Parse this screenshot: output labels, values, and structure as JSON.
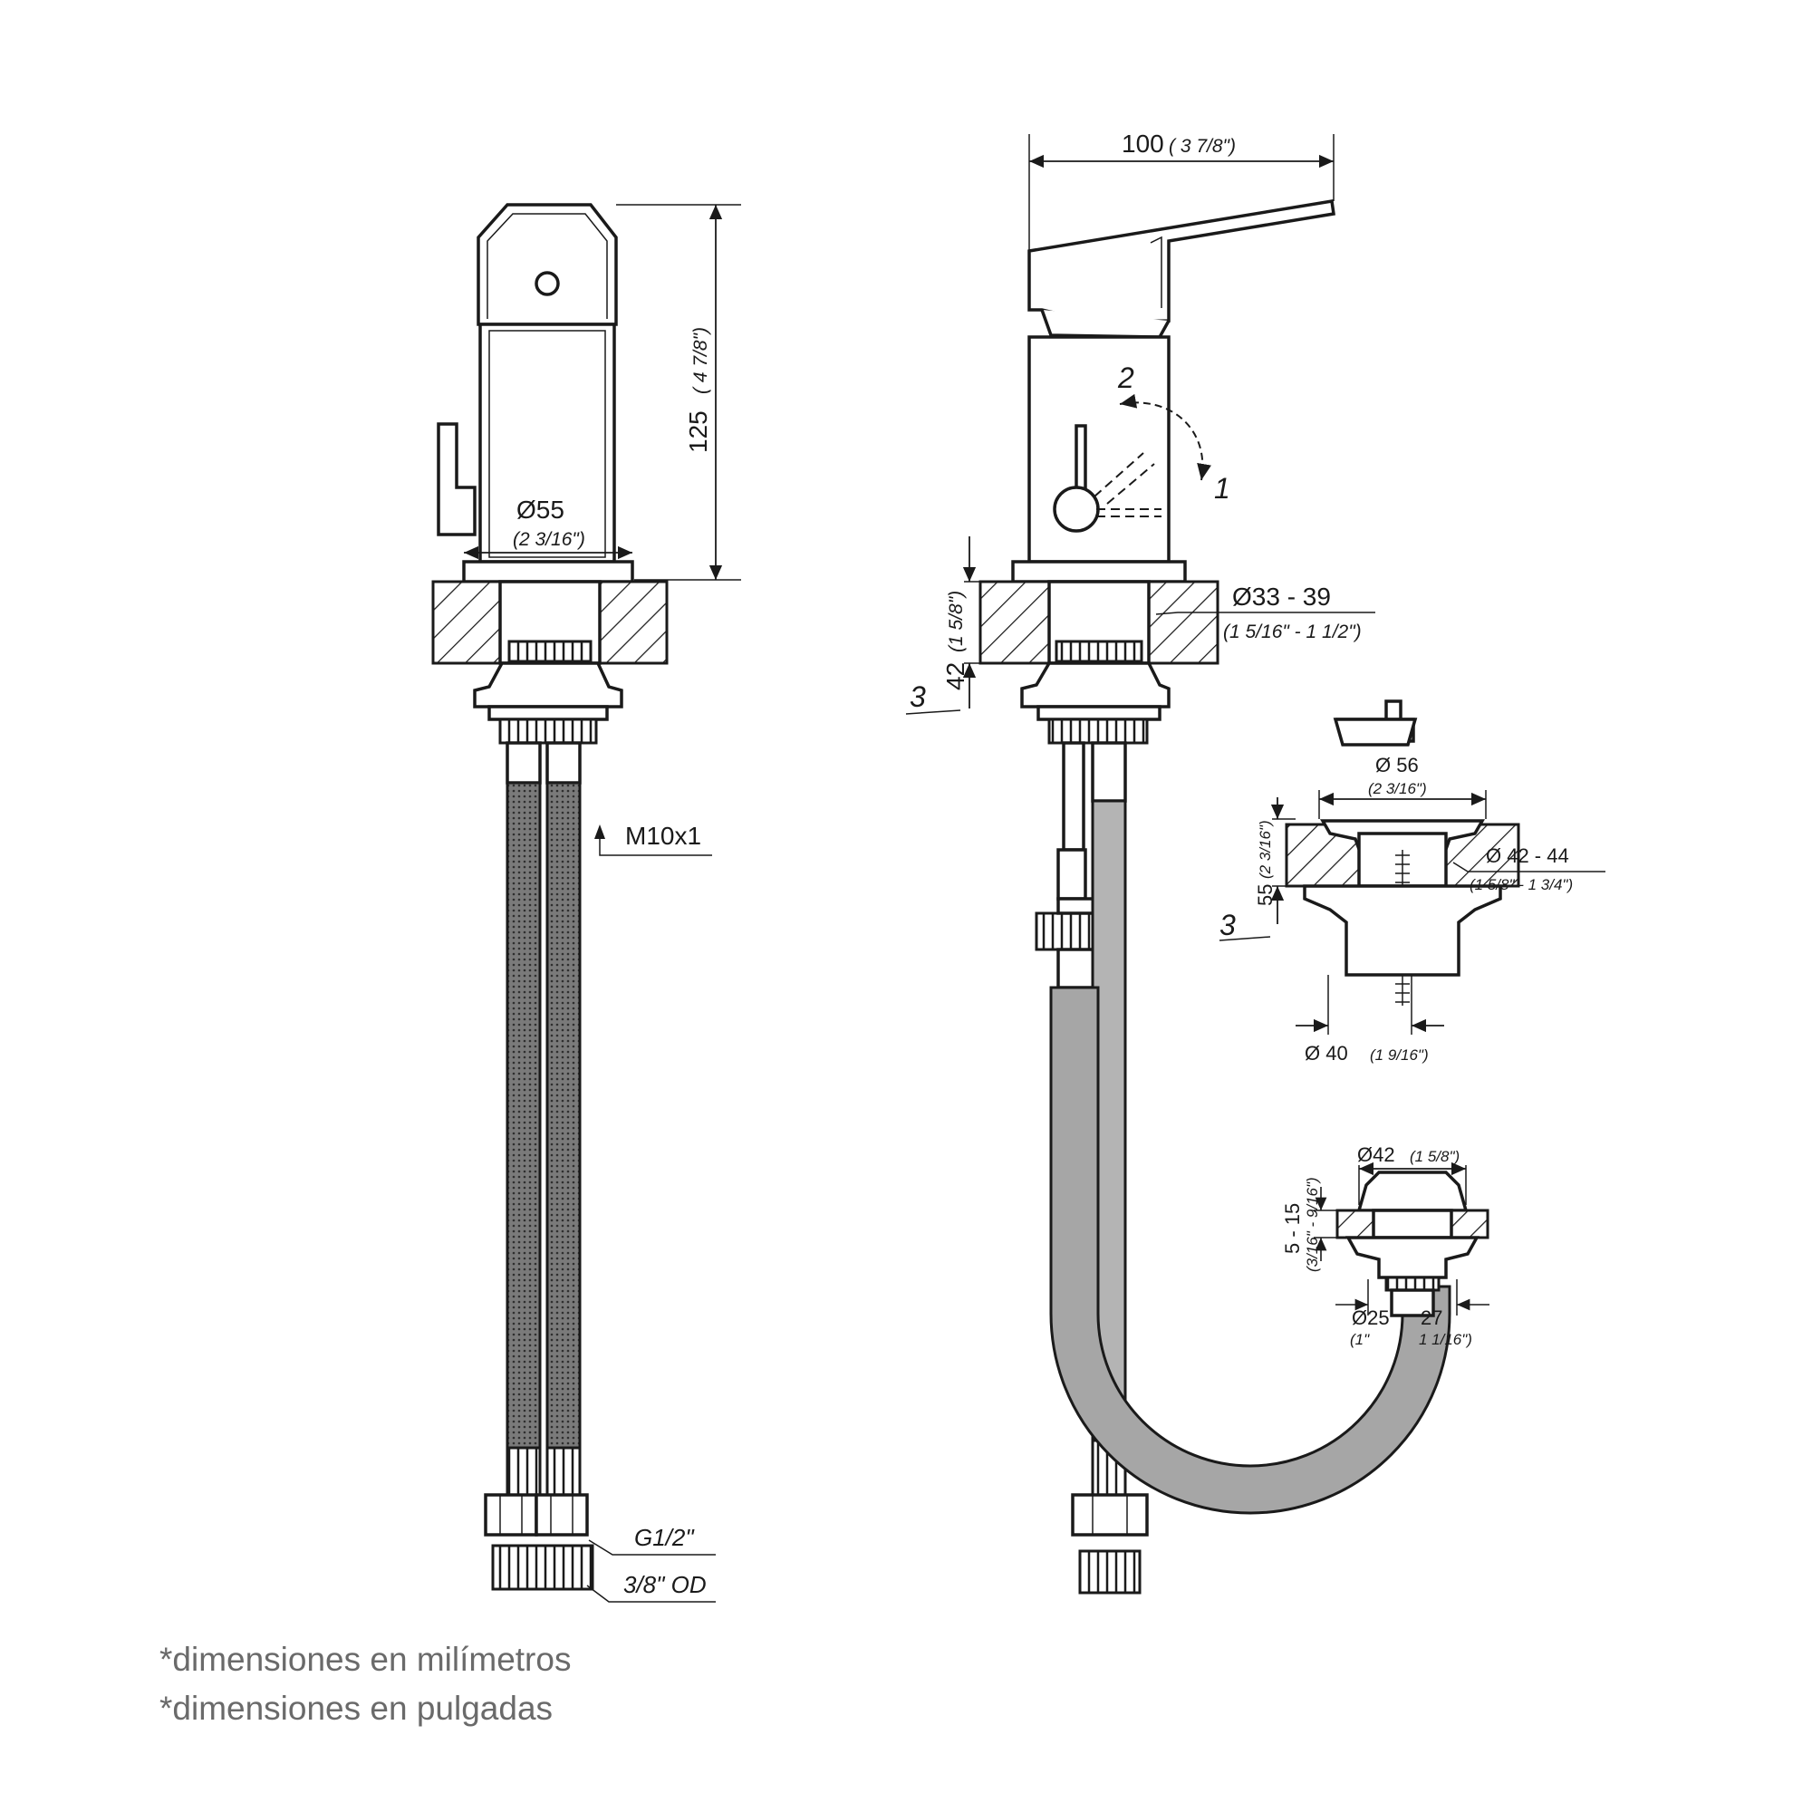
{
  "left_view": {
    "height_dim": "125",
    "height_dim_in": "( 4 7/8\")",
    "diameter_dim": "Ø55",
    "diameter_dim_in": "(2 3/16\")",
    "thread_label": "M10x1",
    "inlet_label": "G1/2\"",
    "hose_od_label": "3/8\" OD"
  },
  "right_view": {
    "width_dim": "100",
    "width_dim_in": "( 3 7/8\")",
    "lever_position_2": "2",
    "lever_position_1": "1",
    "deck_dim": "42",
    "deck_dim_in": "(1 5/8\")",
    "hole_dim": "Ø33 - 39",
    "hole_dim_in": "(1 5/16\" - 1 1/2\")",
    "min_dim": "3"
  },
  "popup_drain": {
    "top_dim": "Ø 56",
    "top_dim_in": "(2 3/16\")",
    "hole_dim": "Ø 42 - 44",
    "hole_dim_in": "(1 5/8\" - 1 3/4\")",
    "height_dim": "55",
    "height_dim_in": "(2 3/16\")",
    "min_dim": "3",
    "bottom_dim": "Ø 40",
    "bottom_dim_in": "(1 9/16\")"
  },
  "drain_valve": {
    "top_dim": "Ø42",
    "top_dim_in": "(1 5/8\")",
    "thickness_dim": "5 - 15",
    "thickness_dim_in": "(3/16\" - 9/16\")",
    "bottom_dim": "Ø25",
    "bottom_dim_b": "27",
    "bottom_dim_in": "(1\"",
    "bottom_dim_in_b": "1 1/16\")"
  },
  "notes": [
    "*dimensiones en milímetros",
    "*dimensiones en pulgadas"
  ]
}
